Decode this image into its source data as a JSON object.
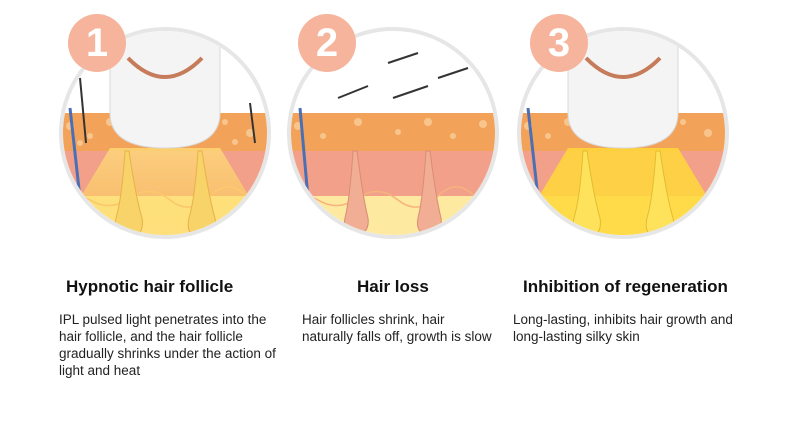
{
  "steps": [
    {
      "number": "1",
      "title": "Hypnotic hair follicle",
      "description": "IPL pulsed light penetrates into the hair follicle, and the hair follicle gradually shrinks under the action of light and heat"
    },
    {
      "number": "2",
      "title": "Hair loss",
      "description": "Hair follicles shrink, hair naturally falls off, growth is slow"
    },
    {
      "number": "3",
      "title": "Inhibition of regeneration",
      "description": "Long-lasting, inhibits hair growth and long-lasting silky skin"
    }
  ],
  "colors": {
    "badge": "#f6b49c",
    "skin_top": "#f3a25a",
    "dermis": "#f2a08a",
    "fat": "#fde9a0",
    "light": "#ffd84a"
  }
}
